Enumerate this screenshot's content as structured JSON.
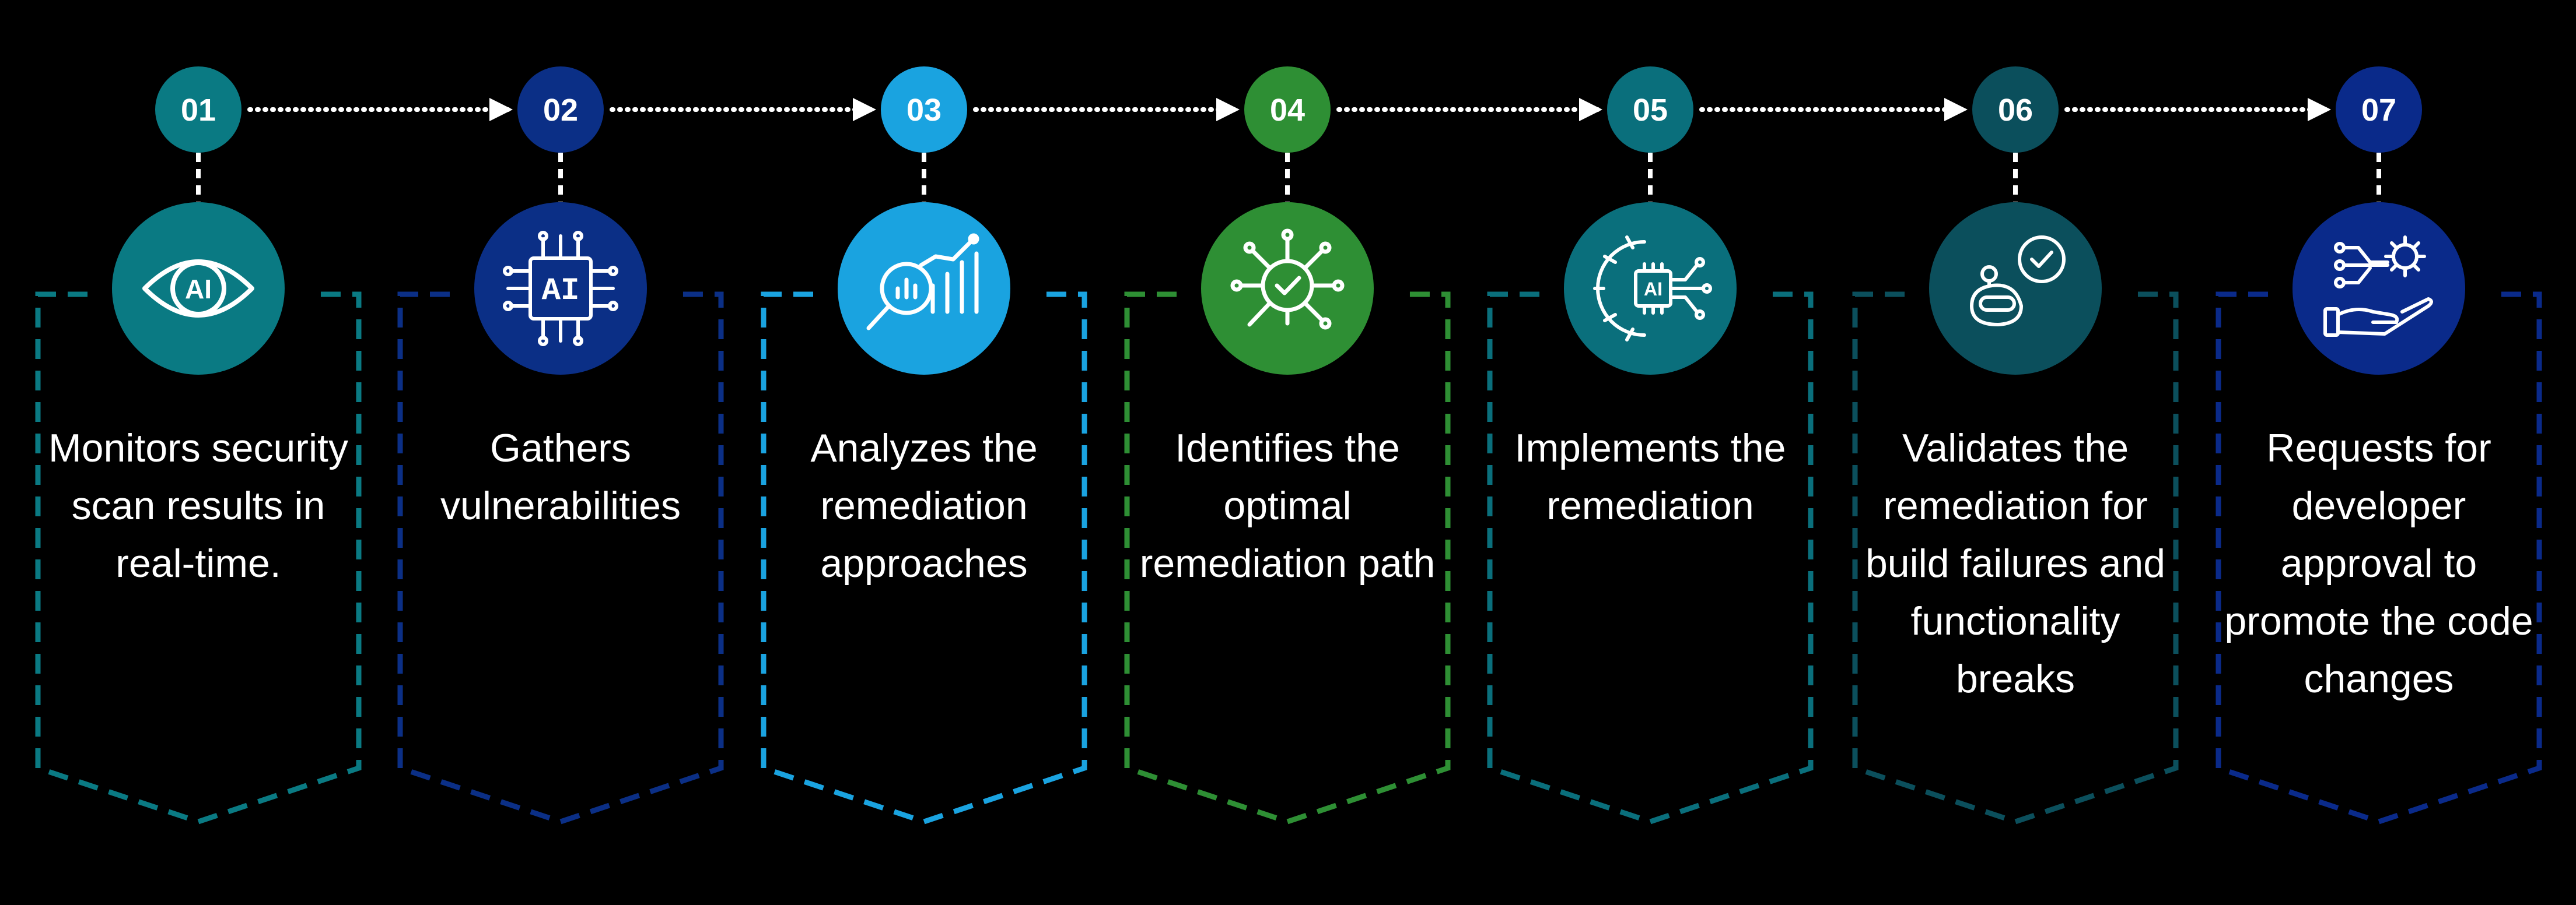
{
  "background": "#000000",
  "steps": [
    {
      "number": "01",
      "text": "Monitors security scan results in real-time.",
      "color": "#0a7a83",
      "icon": "ai-eye-icon"
    },
    {
      "number": "02",
      "text": "Gathers vulnerabilities",
      "color": "#0b2f86",
      "icon": "ai-chip-icon"
    },
    {
      "number": "03",
      "text": "Analyzes the remediation approaches",
      "color": "#1aa3e0",
      "icon": "analysis-magnifier-icon"
    },
    {
      "number": "04",
      "text": "Identifies the optimal remediation path",
      "color": "#2e8f34",
      "icon": "check-magnifier-icon"
    },
    {
      "number": "05",
      "text": "Implements the remediation",
      "color": "#0a6f7c",
      "icon": "ai-gear-icon"
    },
    {
      "number": "06",
      "text": "Validates the remediation for build failures and functionality breaks",
      "color": "#0b4f5c",
      "icon": "robot-check-icon"
    },
    {
      "number": "07",
      "text": "Requests for developer approval to promote the code changes",
      "color": "#0a2a8a",
      "icon": "hand-gear-network-icon"
    }
  ]
}
